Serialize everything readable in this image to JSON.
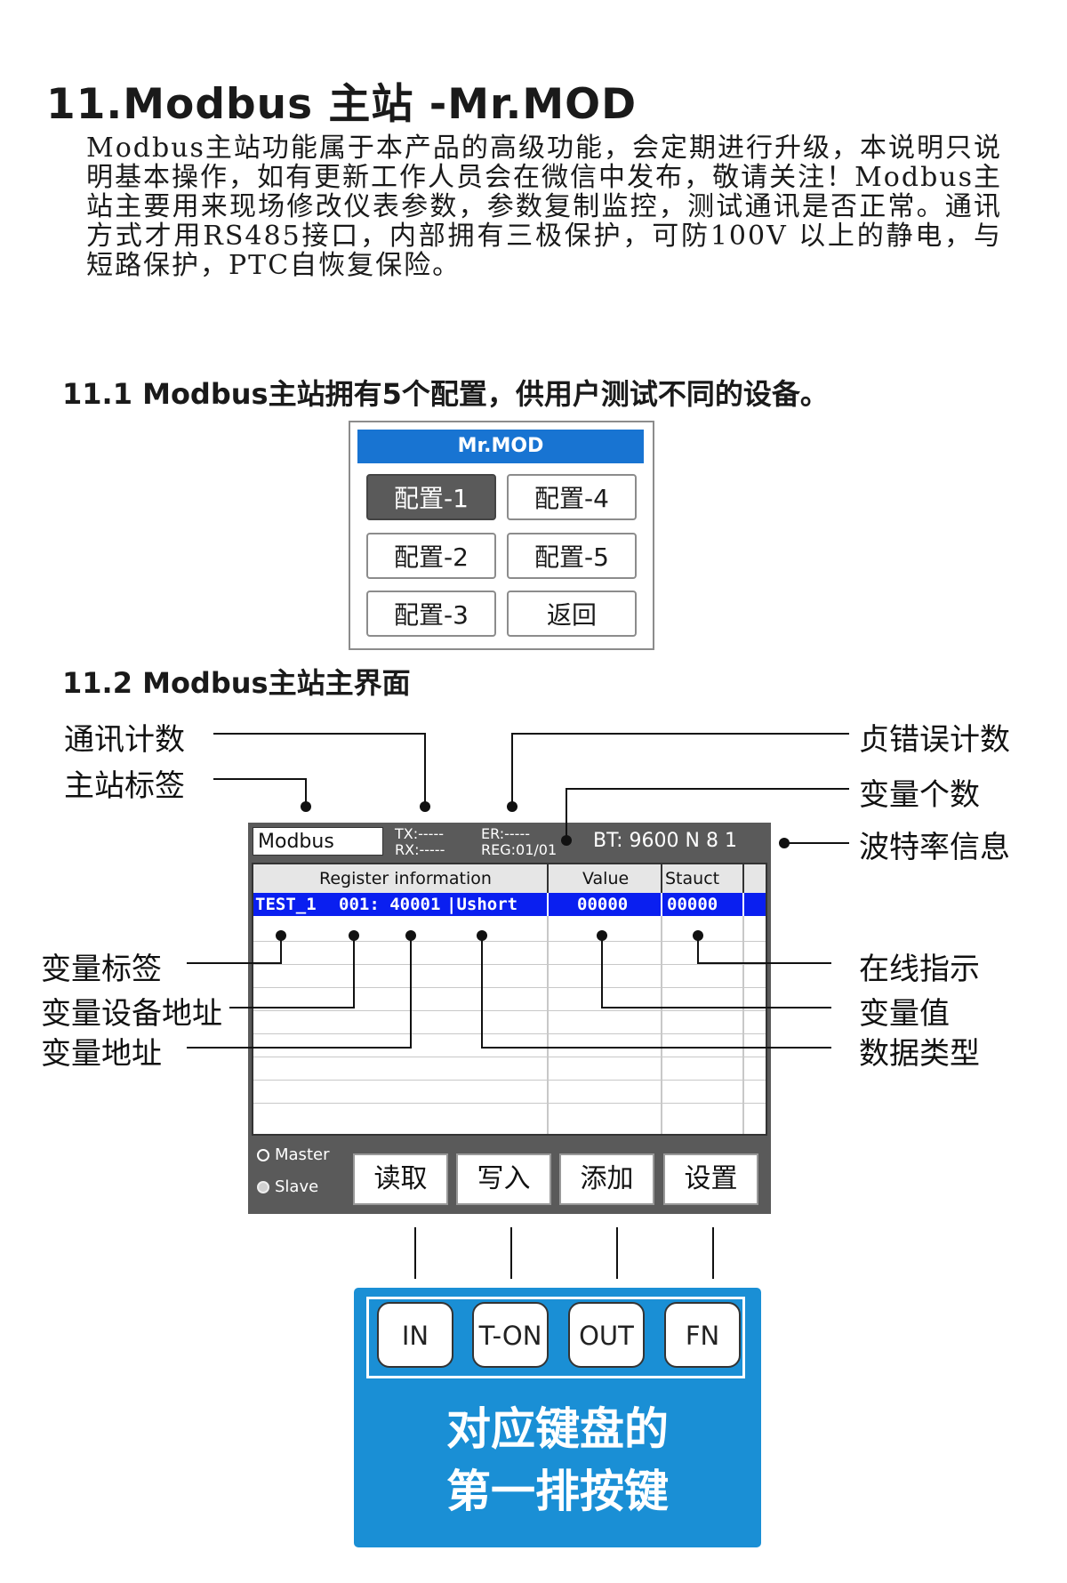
{
  "heading": "11.Modbus 主站 -Mr.MOD",
  "intro": "Modbus主站功能属于本产品的高级功能，会定期进行升级，本说明只说明基本操作，如有更新工作人员会在微信中发布，敬请关注！Modbus主站主要用来现场修改仪表参数，参数复制监控，测试通讯是否正常。通讯方式才用RS485接口，内部拥有三极保护，可防100V 以上的静电，与短路保护，PTC自恢复保险。",
  "section1": {
    "title": "11.1 Modbus主站拥有5个配置，供用户测试不同的设备。"
  },
  "config_dialog": {
    "title": "Mr.MOD",
    "buttons": [
      "配置-1",
      "配置-4",
      "配置-2",
      "配置-5",
      "配置-3",
      "返回"
    ]
  },
  "section2": {
    "title": "11.2 Modbus主站主界面"
  },
  "annotations": {
    "left": [
      "通讯计数",
      "主站标签",
      "变量标签",
      "变量设备地址",
      "变量地址"
    ],
    "right": [
      "贞错误计数",
      "变量个数",
      "波特率信息",
      "在线指示",
      "变量值",
      "数据类型"
    ]
  },
  "screen": {
    "label": "Modbus",
    "tx": "TX:-----",
    "rx": "RX:-----",
    "er": "ER:-----",
    "reg": "REG:01/01",
    "bt": "BT:  9600 N 8 1",
    "headers": [
      "Register information",
      "Value",
      "Stauct"
    ],
    "row": {
      "tag": "TEST_1",
      "addr": "001: 40001",
      "type": "|Ushort",
      "value": "00000",
      "status": "00000"
    },
    "radio": [
      "Master",
      "Slave"
    ],
    "buttons": [
      "读取",
      "写入",
      "添加",
      "设置"
    ]
  },
  "keyboard": {
    "keys": [
      "IN",
      "T-ON",
      "OUT",
      "FN"
    ],
    "caption_line1": "对应键盘的",
    "caption_line2": "第一排按键"
  },
  "colors": {
    "accent_blue": "#1874d2",
    "row_blue": "#0a1ff0",
    "panel_blue": "#1a8fd5",
    "screen_grey": "#5a5a5a"
  }
}
